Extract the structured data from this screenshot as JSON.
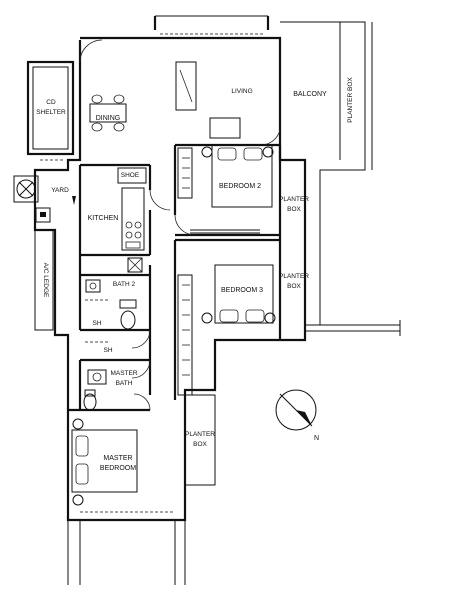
{
  "rooms": {
    "cd_shelter": [
      "CD",
      "SHELTER"
    ],
    "dining": "DINING",
    "living": "LIVING",
    "balcony": "BALCONY",
    "planter_box_right": [
      "PLANTER",
      "BOX"
    ],
    "yard": "YARD",
    "shoe": "SHOE",
    "kitchen": "KITCHEN",
    "bedroom2": "BEDROOM 2",
    "planter_box_mid1": [
      "PLANTER",
      "BOX"
    ],
    "planter_box_mid2": [
      "PLANTER",
      "BOX"
    ],
    "bedroom3": "BEDROOM 3",
    "bath2": "BATH 2",
    "ac_ledge": "A/C LEDGE",
    "sh1": "SH",
    "sh2": "SH",
    "master_bath": [
      "MASTER",
      "BATH"
    ],
    "master_bedroom": [
      "MASTER",
      "BEDROOM"
    ],
    "planter_box_bottom": [
      "PLANTER",
      "BOX"
    ]
  },
  "compass": {
    "label": "N"
  },
  "colors": {
    "ink": "#111111",
    "paper": "#ffffff"
  }
}
